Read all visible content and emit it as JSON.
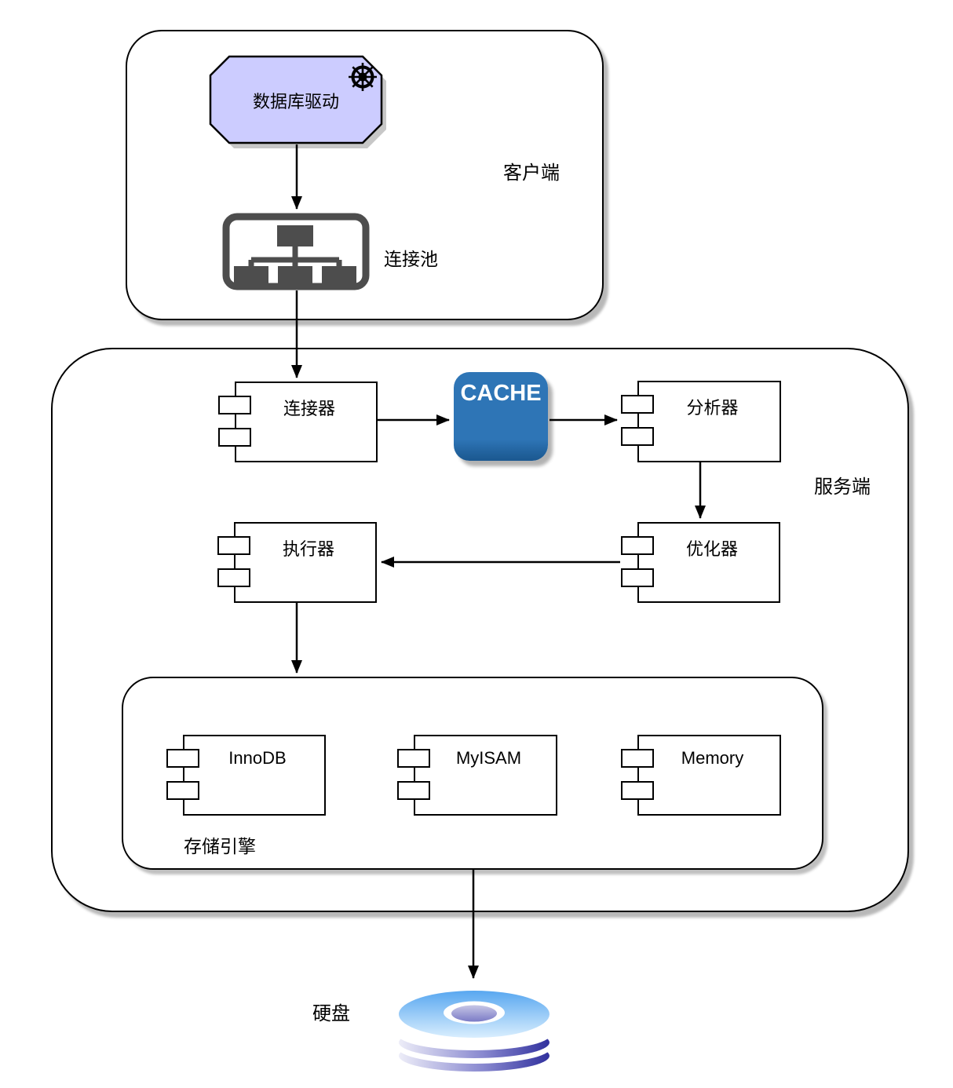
{
  "client": {
    "label": "客户端",
    "driver": {
      "label": "数据库驱动"
    },
    "pool": {
      "label": "连接池"
    }
  },
  "server": {
    "label": "服务端",
    "connector": {
      "label": "连接器"
    },
    "cache": {
      "label": "CACHE"
    },
    "analyzer": {
      "label": "分析器"
    },
    "optimizer": {
      "label": "优化器"
    },
    "executor": {
      "label": "执行器"
    },
    "storage": {
      "label": "存储引擎",
      "engines": [
        {
          "label": "InnoDB"
        },
        {
          "label": "MyISAM"
        },
        {
          "label": "Memory"
        }
      ]
    }
  },
  "disk": {
    "label": "硬盘"
  },
  "icons": {
    "driver_icon": "helm-wheel-icon",
    "pool_icon": "connection-pool-tree-icon",
    "disk_icon": "disk-stack-icon"
  },
  "colors": {
    "driver_fill": "#CCCCFF",
    "cache_fill": "#2E75B6",
    "pool_icon": "#4D4D4D",
    "outline": "#000000",
    "disk_top_blue_dark": "#58A7F0",
    "disk_top_blue_light": "#D9EEFE",
    "disk_band_light": "#EDEDF8",
    "disk_band_dark": "#31319E"
  }
}
